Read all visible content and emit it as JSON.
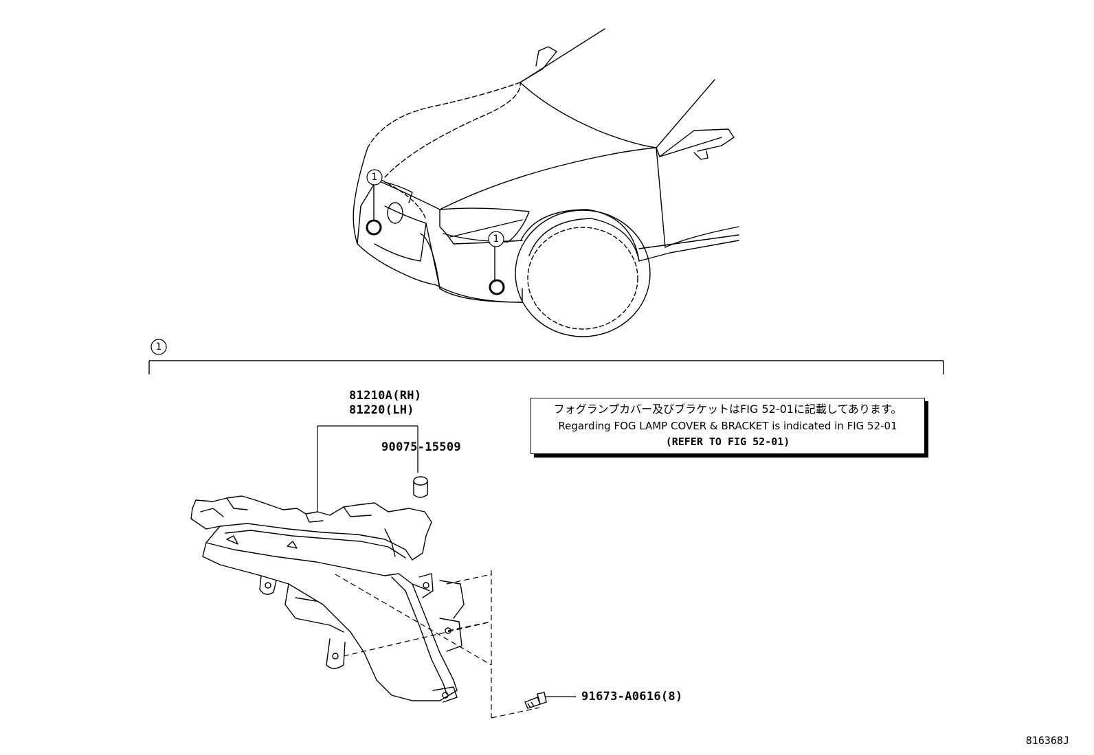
{
  "callouts": {
    "ref_a": "1",
    "ref_b": "1",
    "group": "1"
  },
  "parts": {
    "fog_lamp_rh": "81210A(RH)",
    "fog_lamp_lh": "81220(LH)",
    "socket": "90075-15509",
    "screw": "91673-A0616(8)"
  },
  "note": {
    "japanese": "フォグランプカバー及びブラケットはFIG 52-01に記載してあります。",
    "english": "Regarding FOG LAMP COVER & BRACKET is indicated in FIG 52-01",
    "reference": "(REFER TO FIG 52-01)"
  },
  "figure_id": "816368J"
}
